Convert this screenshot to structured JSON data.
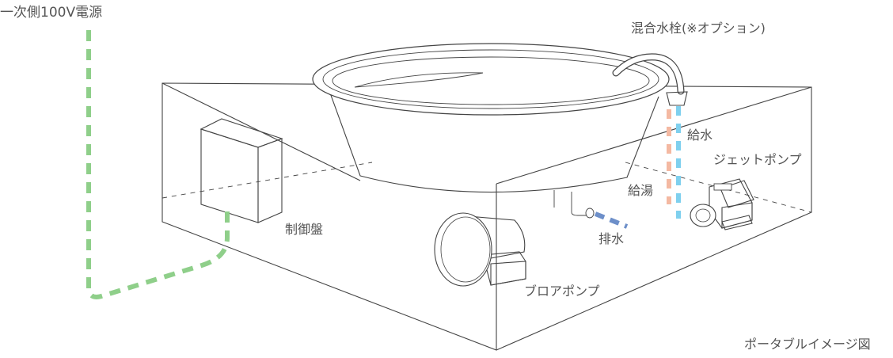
{
  "labels": {
    "power": "一次側100V電源",
    "faucet": "混合水栓(※オプション)",
    "water_supply": "給水",
    "jet_pump": "ジェットポンプ",
    "hot_supply": "給湯",
    "control_panel": "制御盤",
    "drain": "排水",
    "blower_pump": "ブロアポンプ",
    "caption": "ポータブルイメージ図"
  },
  "colors": {
    "power_line": "#8fcf8a",
    "cold_water_line": "#7fd0ee",
    "hot_water_line": "#f4b9a2",
    "drain_line": "#6d8fc9",
    "outline": "#444444",
    "text": "#555555"
  },
  "icons": {
    "bathtub": "bathtub-icon",
    "faucet": "faucet-icon",
    "control_box": "control-box-icon",
    "jet_pump": "jet-pump-icon",
    "blower_pump": "blower-pump-icon"
  }
}
